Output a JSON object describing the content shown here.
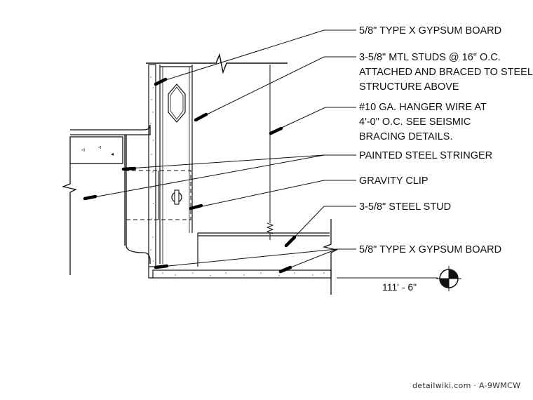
{
  "labels": {
    "gypsum_top": "5/8\" TYPE X GYPSUM BOARD",
    "studs_line1": "3-5/8\" MTL STUDS @ 16\" O.C.",
    "studs_line2": "ATTACHED AND BRACED TO STEEL",
    "studs_line3": "STRUCTURE ABOVE",
    "hanger_line1": "#10 GA. HANGER WIRE AT",
    "hanger_line2": "4'-0\" O.C. SEE SEISMIC",
    "hanger_line3": "BRACING DETAILS.",
    "stringer": "PAINTED STEEL STRINGER",
    "gravity_clip": "GRAVITY CLIP",
    "steel_stud": "3-5/8\" STEEL STUD",
    "gypsum_bottom": "5/8\" TYPE X GYPSUM BOARD"
  },
  "elevation": "111' - 6\"",
  "footer": "detailwiki.com · A-9WMCW",
  "colors": {
    "ink": "#111111",
    "leader_tip": "#000000"
  },
  "icons": [
    "elevation-marker-icon",
    "break-line-icon",
    "section-arrow-icon"
  ]
}
